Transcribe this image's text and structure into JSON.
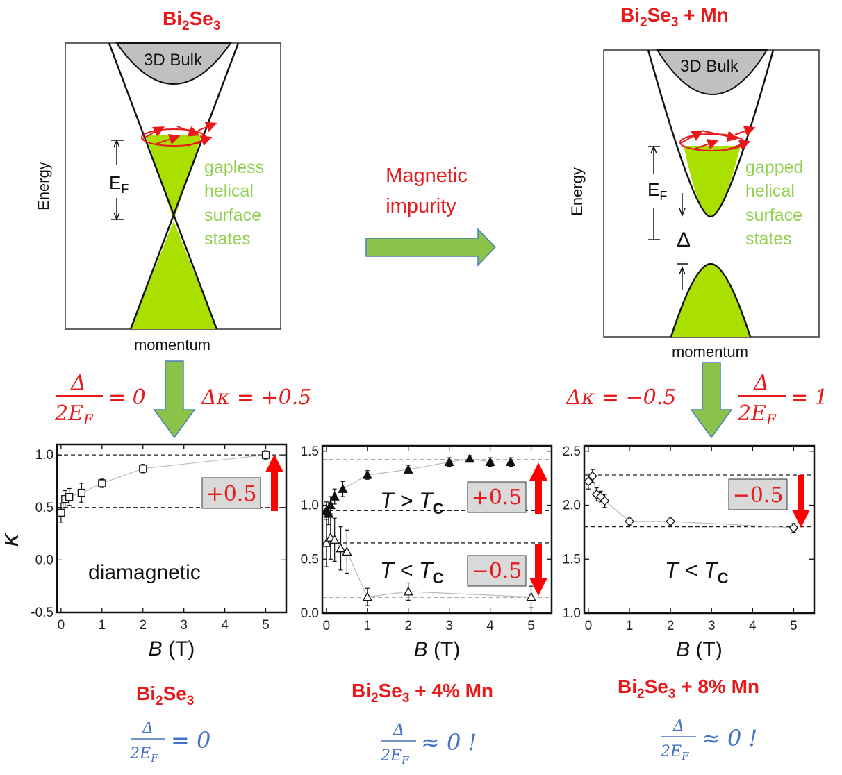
{
  "diagrams": [
    {
      "title_main": "Bi",
      "title_sub": "2",
      "title_main2": "Se",
      "title_sub2": "3",
      "title_suffix": "",
      "bulk_label": "3D Bulk",
      "energy_label": "Energy",
      "momentum_label": "momentum",
      "ef_label": "E",
      "ef_sub": "F",
      "state_lines": [
        "gapless",
        "helical",
        "surface",
        "states"
      ]
    },
    {
      "title_main": "Bi",
      "title_sub": "2",
      "title_main2": "Se",
      "title_sub2": "3",
      "title_suffix": " + Mn",
      "bulk_label": "3D Bulk",
      "energy_label": "Energy",
      "momentum_label": "momentum",
      "ef_label": "E",
      "ef_sub": "F",
      "gap_label": "Δ",
      "state_lines": [
        "gapped",
        "helical",
        "surface",
        "states"
      ]
    }
  ],
  "transition": {
    "lines": [
      "Magnetic",
      "impurity"
    ]
  },
  "left_annotation": {
    "ratio_num": "Δ",
    "ratio_den": "2E",
    "ratio_den_sub": "F",
    "ratio_rhs": "= 0",
    "dkappa": "Δκ = +0.5"
  },
  "right_annotation": {
    "ratio_num": "Δ",
    "ratio_den": "2E",
    "ratio_den_sub": "F",
    "ratio_rhs": "= 1",
    "dkappa": "Δκ = −0.5"
  },
  "chart_data": [
    {
      "type": "scatter",
      "xlabel": "B (T)",
      "ylabel": "κ",
      "xlim": [
        -0.1,
        5.5
      ],
      "ylim": [
        -0.5,
        1.1
      ],
      "xticks": [
        "0",
        "1",
        "2",
        "3",
        "4",
        "5"
      ],
      "yticks": [
        "-0.5",
        "0.0",
        "0.5",
        "1.0"
      ],
      "annotation": "diamagnetic",
      "box_label": "+0.5",
      "arrow": "up",
      "dashed_levels": [
        0.5,
        1.0
      ],
      "series": [
        {
          "marker": "open-square",
          "x": [
            0.0,
            0.1,
            0.2,
            0.5,
            1.0,
            2.0,
            5.0
          ],
          "y": [
            0.45,
            0.58,
            0.6,
            0.64,
            0.73,
            0.87,
            1.0
          ],
          "err": [
            0.09,
            0.08,
            0.08,
            0.09,
            0.04,
            0.04,
            0.04
          ]
        }
      ],
      "footer_main": "Bi",
      "footer_sub": "2",
      "footer_main2": "Se",
      "footer_sub2": "3",
      "footer_suffix": "",
      "footer_ratio_rhs": "= 0"
    },
    {
      "type": "scatter",
      "xlabel": "B (T)",
      "ylabel": "",
      "xlim": [
        -0.1,
        5.5
      ],
      "ylim": [
        0.0,
        1.55
      ],
      "xticks": [
        "0",
        "1",
        "2",
        "3",
        "4",
        "5"
      ],
      "yticks": [
        "0.0",
        "0.5",
        "1.0",
        "1.5"
      ],
      "annotations": [
        {
          "text": "T > T",
          "sub": "C",
          "box": "+0.5",
          "arrow": "up"
        },
        {
          "text": "T < T",
          "sub": "C",
          "box": "−0.5",
          "arrow": "down"
        }
      ],
      "dashed_levels": [
        0.15,
        0.65,
        0.95,
        1.42
      ],
      "series": [
        {
          "marker": "filled-triangle",
          "x": [
            0.0,
            0.05,
            0.1,
            0.2,
            0.4,
            1.0,
            2.0,
            3.0,
            3.5,
            4.0,
            4.5
          ],
          "y": [
            0.95,
            0.92,
            1.0,
            1.08,
            1.15,
            1.28,
            1.33,
            1.4,
            1.43,
            1.4,
            1.4
          ],
          "err": [
            0.08,
            0.1,
            0.08,
            0.07,
            0.07,
            0.04,
            0.04,
            0.04,
            0.03,
            0.04,
            0.04
          ]
        },
        {
          "marker": "open-triangle",
          "x": [
            0.0,
            0.1,
            0.2,
            0.35,
            0.5,
            1.0,
            2.0,
            5.0
          ],
          "y": [
            0.65,
            0.7,
            0.68,
            0.6,
            0.57,
            0.15,
            0.2,
            0.15
          ],
          "err": [
            0.22,
            0.2,
            0.2,
            0.2,
            0.2,
            0.08,
            0.08,
            0.1
          ]
        }
      ],
      "footer_main": "Bi",
      "footer_sub": "2",
      "footer_main2": "Se",
      "footer_sub2": "3",
      "footer_suffix": " + 4% Mn",
      "footer_ratio_rhs": "≈ 0 !"
    },
    {
      "type": "scatter",
      "xlabel": "B (T)",
      "ylabel": "",
      "xlim": [
        -0.1,
        5.5
      ],
      "ylim": [
        1.0,
        2.55
      ],
      "xticks": [
        "0",
        "1",
        "2",
        "3",
        "4",
        "5"
      ],
      "yticks": [
        "1.0",
        "1.5",
        "2.0",
        "2.5"
      ],
      "annotation_text": "T < T",
      "annotation_sub": "C",
      "box_label": "−0.5",
      "arrow": "down",
      "dashed_levels": [
        1.8,
        2.28
      ],
      "series": [
        {
          "marker": "open-diamond",
          "x": [
            0.0,
            0.1,
            0.2,
            0.3,
            0.4,
            1.0,
            2.0,
            5.0
          ],
          "y": [
            2.22,
            2.27,
            2.1,
            2.08,
            2.04,
            1.85,
            1.85,
            1.79
          ],
          "err": [
            0.07,
            0.06,
            0.06,
            0.05,
            0.06,
            0.04,
            0.04,
            0.04
          ]
        }
      ],
      "footer_main": "Bi",
      "footer_sub": "2",
      "footer_main2": "Se",
      "footer_sub2": "3",
      "footer_suffix": " + 8% Mn",
      "footer_ratio_rhs": "≈ 0 !"
    }
  ],
  "footer_ratio": {
    "num": "Δ",
    "den": "2E",
    "den_sub": "F"
  },
  "colors": {
    "red": "#e8191a",
    "green": "#92d050",
    "blue": "#4472c4",
    "gray": "#c0c0c0"
  }
}
